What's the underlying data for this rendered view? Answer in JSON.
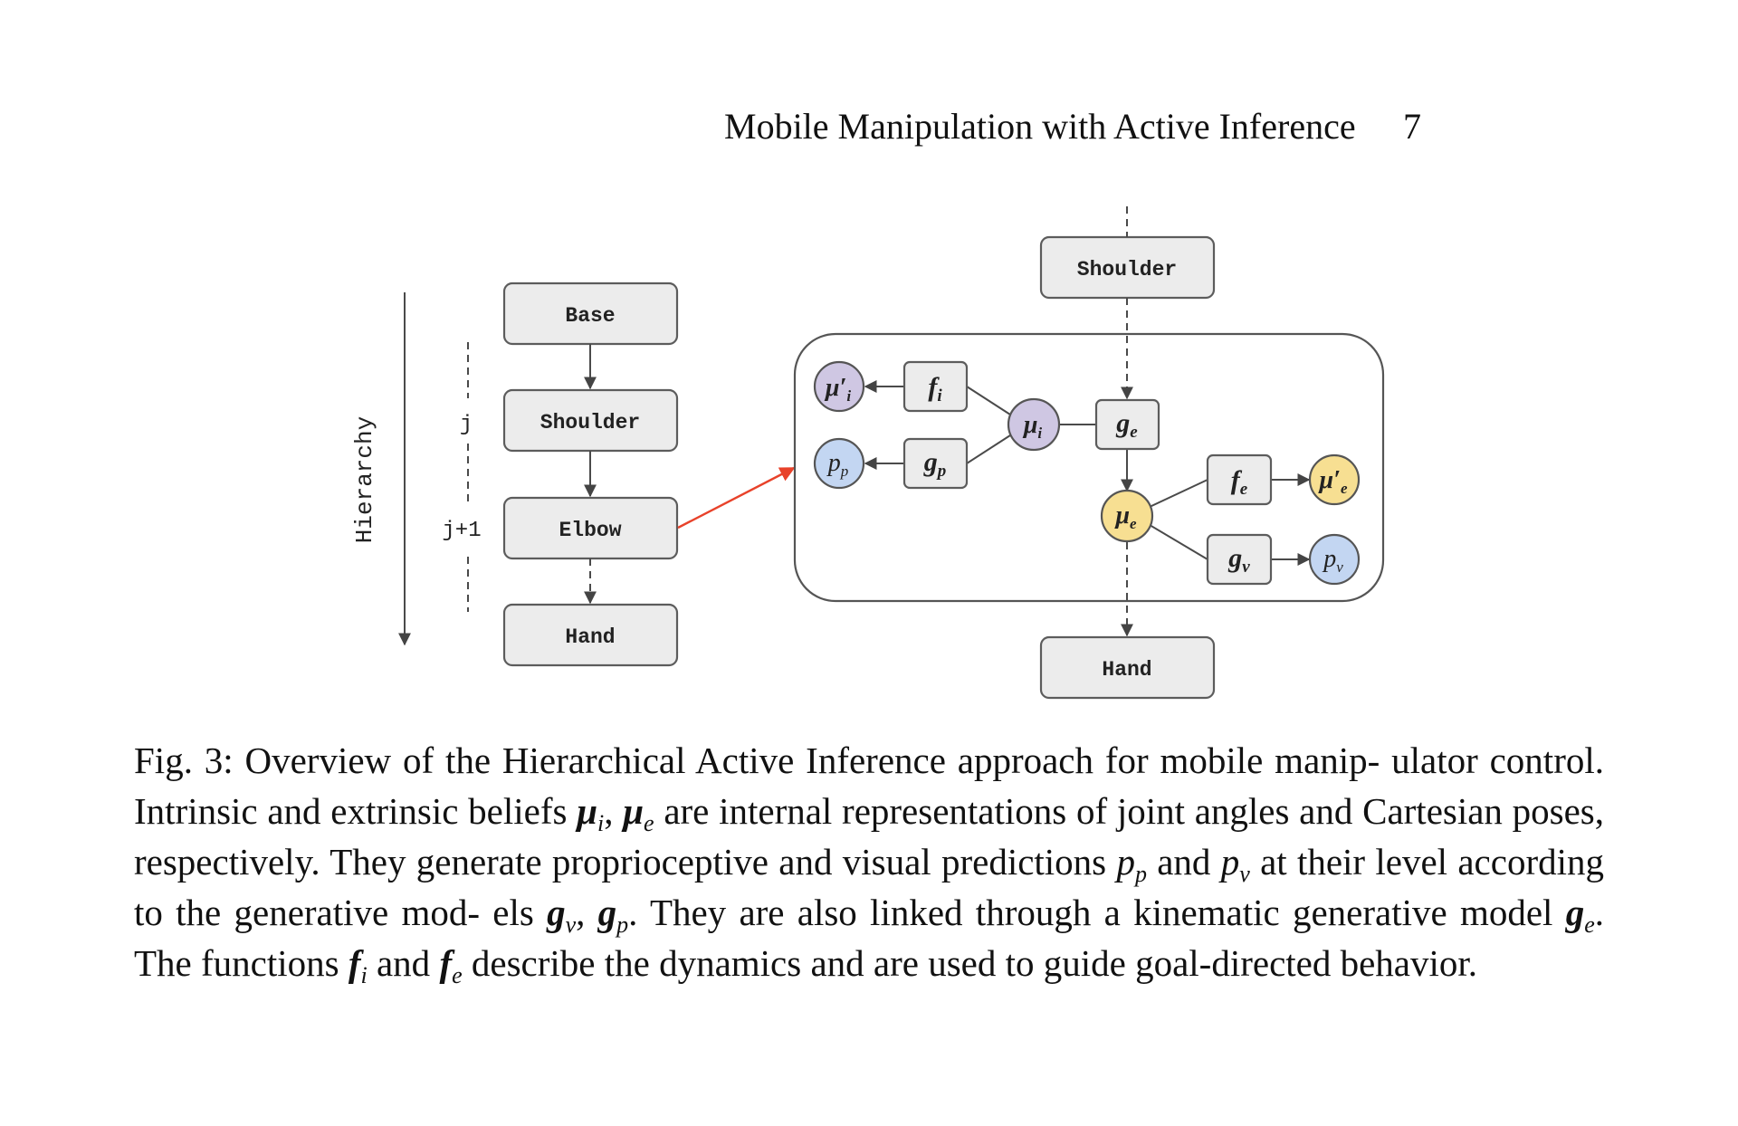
{
  "running_head": {
    "title": "Mobile Manipulation with Active Inference",
    "page_number": "7"
  },
  "figure": {
    "hierarchy_label": "Hierarchy",
    "level_j": "j",
    "level_j_plus_1": "j+1",
    "chain": [
      "Base",
      "Shoulder",
      "Elbow",
      "Hand"
    ],
    "detail_top": "Shoulder",
    "detail_bottom": "Hand",
    "nodes": {
      "mu_i_prime": "μ′",
      "mu_i_prime_sub": "i",
      "f_i": "f",
      "f_i_sub": "i",
      "mu_i": "μ",
      "mu_i_sub": "i",
      "p_p": "p",
      "p_p_sub": "p",
      "g_p": "g",
      "g_p_sub": "p",
      "g_e": "g",
      "g_e_sub": "e",
      "f_e": "f",
      "f_e_sub": "e",
      "mu_e_prime": "μ′",
      "mu_e_prime_sub": "e",
      "mu_e": "μ",
      "mu_e_sub": "e",
      "g_v": "g",
      "g_v_sub": "v",
      "p_v": "p",
      "p_v_sub": "v"
    },
    "colors": {
      "intrinsic": "#cfc7e3",
      "proprioceptive": "#c3d6f2",
      "extrinsic": "#f7df92",
      "highlight_arrow": "#e8422a"
    }
  },
  "caption": {
    "t1": "Fig. 3: Overview of the Hierarchical Active Inference approach for mobile manip- ulator control. Intrinsic and extrinsic beliefs ",
    "mu": "μ",
    "sub_i": "i",
    "comma": ", ",
    "sub_e": "e",
    "t2": " are internal representations of joint angles and Cartesian poses, respectively. They generate proprioceptive and visual predictions ",
    "p": "p",
    "sub_p": "p",
    "and": " and ",
    "sub_v": "v",
    "t3": " at their level according to the generative mod- els ",
    "g": "g",
    "period": ".",
    "t4": " They are also linked through a kinematic generative model ",
    "t5": " The functions ",
    "f": "f",
    "t6": " describe the dynamics and are used to guide goal-directed behavior."
  }
}
